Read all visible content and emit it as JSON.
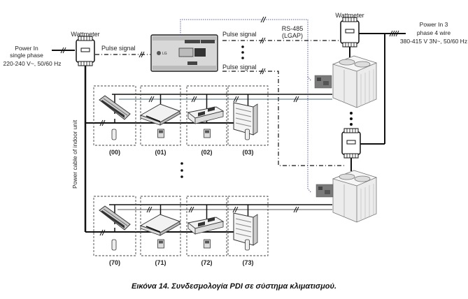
{
  "labels": {
    "wattmeter_left": "Wattmeter",
    "wattmeter_right": "Wattmeter",
    "power_in_single_line1": "Power In",
    "power_in_single_line2": "single phase",
    "power_in_single_line3": "220-240 V~, 50/60 Hz",
    "power_in_three_line1": "Power In 3",
    "power_in_three_line2": "phase 4 wire",
    "power_in_three_line3": "380-415 V 3N~, 50/60 Hz",
    "pulse_signal_1": "Pulse signal",
    "pulse_signal_2": "Pulse signal",
    "pulse_signal_3": "Pulse signal",
    "rs485_line1": "RS-485",
    "rs485_line2": "(LGAP)",
    "power_cable_indoor": "Power cable of indoor unit",
    "pdi_logo": "LG"
  },
  "indoor_units_top": [
    {
      "address": "(00)",
      "type": "wall-mounted",
      "controller": "wireless-remote"
    },
    {
      "address": "(01)",
      "type": "ceiling-cassette",
      "controller": "wired-remote"
    },
    {
      "address": "(02)",
      "type": "ducted",
      "controller": "wired-remote"
    },
    {
      "address": "(03)",
      "type": "console",
      "controller": "wireless-remote"
    }
  ],
  "indoor_units_bottom": [
    {
      "address": "(70)",
      "type": "wall-mounted",
      "controller": "wireless-remote"
    },
    {
      "address": "(71)",
      "type": "ceiling-cassette",
      "controller": "wired-remote"
    },
    {
      "address": "(72)",
      "type": "ducted",
      "controller": "wired-remote"
    },
    {
      "address": "(73)",
      "type": "console",
      "controller": "wireless-remote"
    }
  ],
  "caption": "Εικόνα 14. Συνδεσμολογία PDI σε σύστημα κλιματισμού.",
  "colors": {
    "line": "#111111",
    "rs485": "#5a5fa8",
    "signal_line": "#4a6a7a",
    "unit_fill": "#e6e6e6"
  }
}
